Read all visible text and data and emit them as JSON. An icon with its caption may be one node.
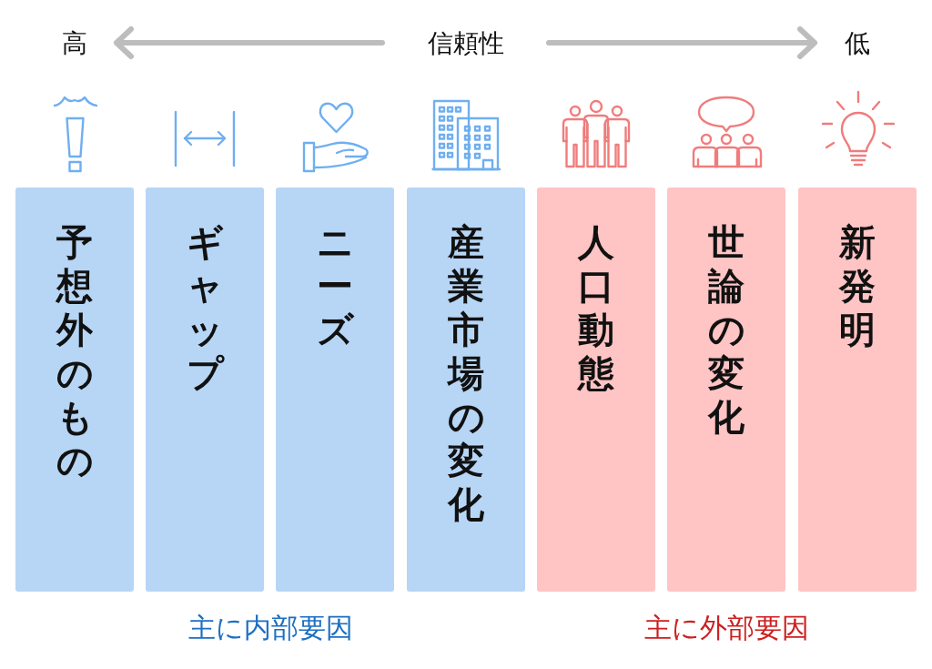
{
  "diagram": {
    "nodes": [
      {
        "text": [
          "予想外のもの"
        ]
      },
      {
        "text": [
          "ギャップ"
        ]
      },
      {
        "text": [
          "ニーズ"
        ]
      },
      {
        "text": [
          "産業市場の変化"
        ]
      },
      {
        "text": [
          "人口動態"
        ]
      },
      {
        "text": [
          "世論の変化"
        ]
      },
      {
        "text": [
          "新発明"
        ]
      }
    ],
    "labels": [
      "高",
      "信頼性",
      "低",
      "主に内部要因",
      "主に外部要因"
    ]
  }
}
